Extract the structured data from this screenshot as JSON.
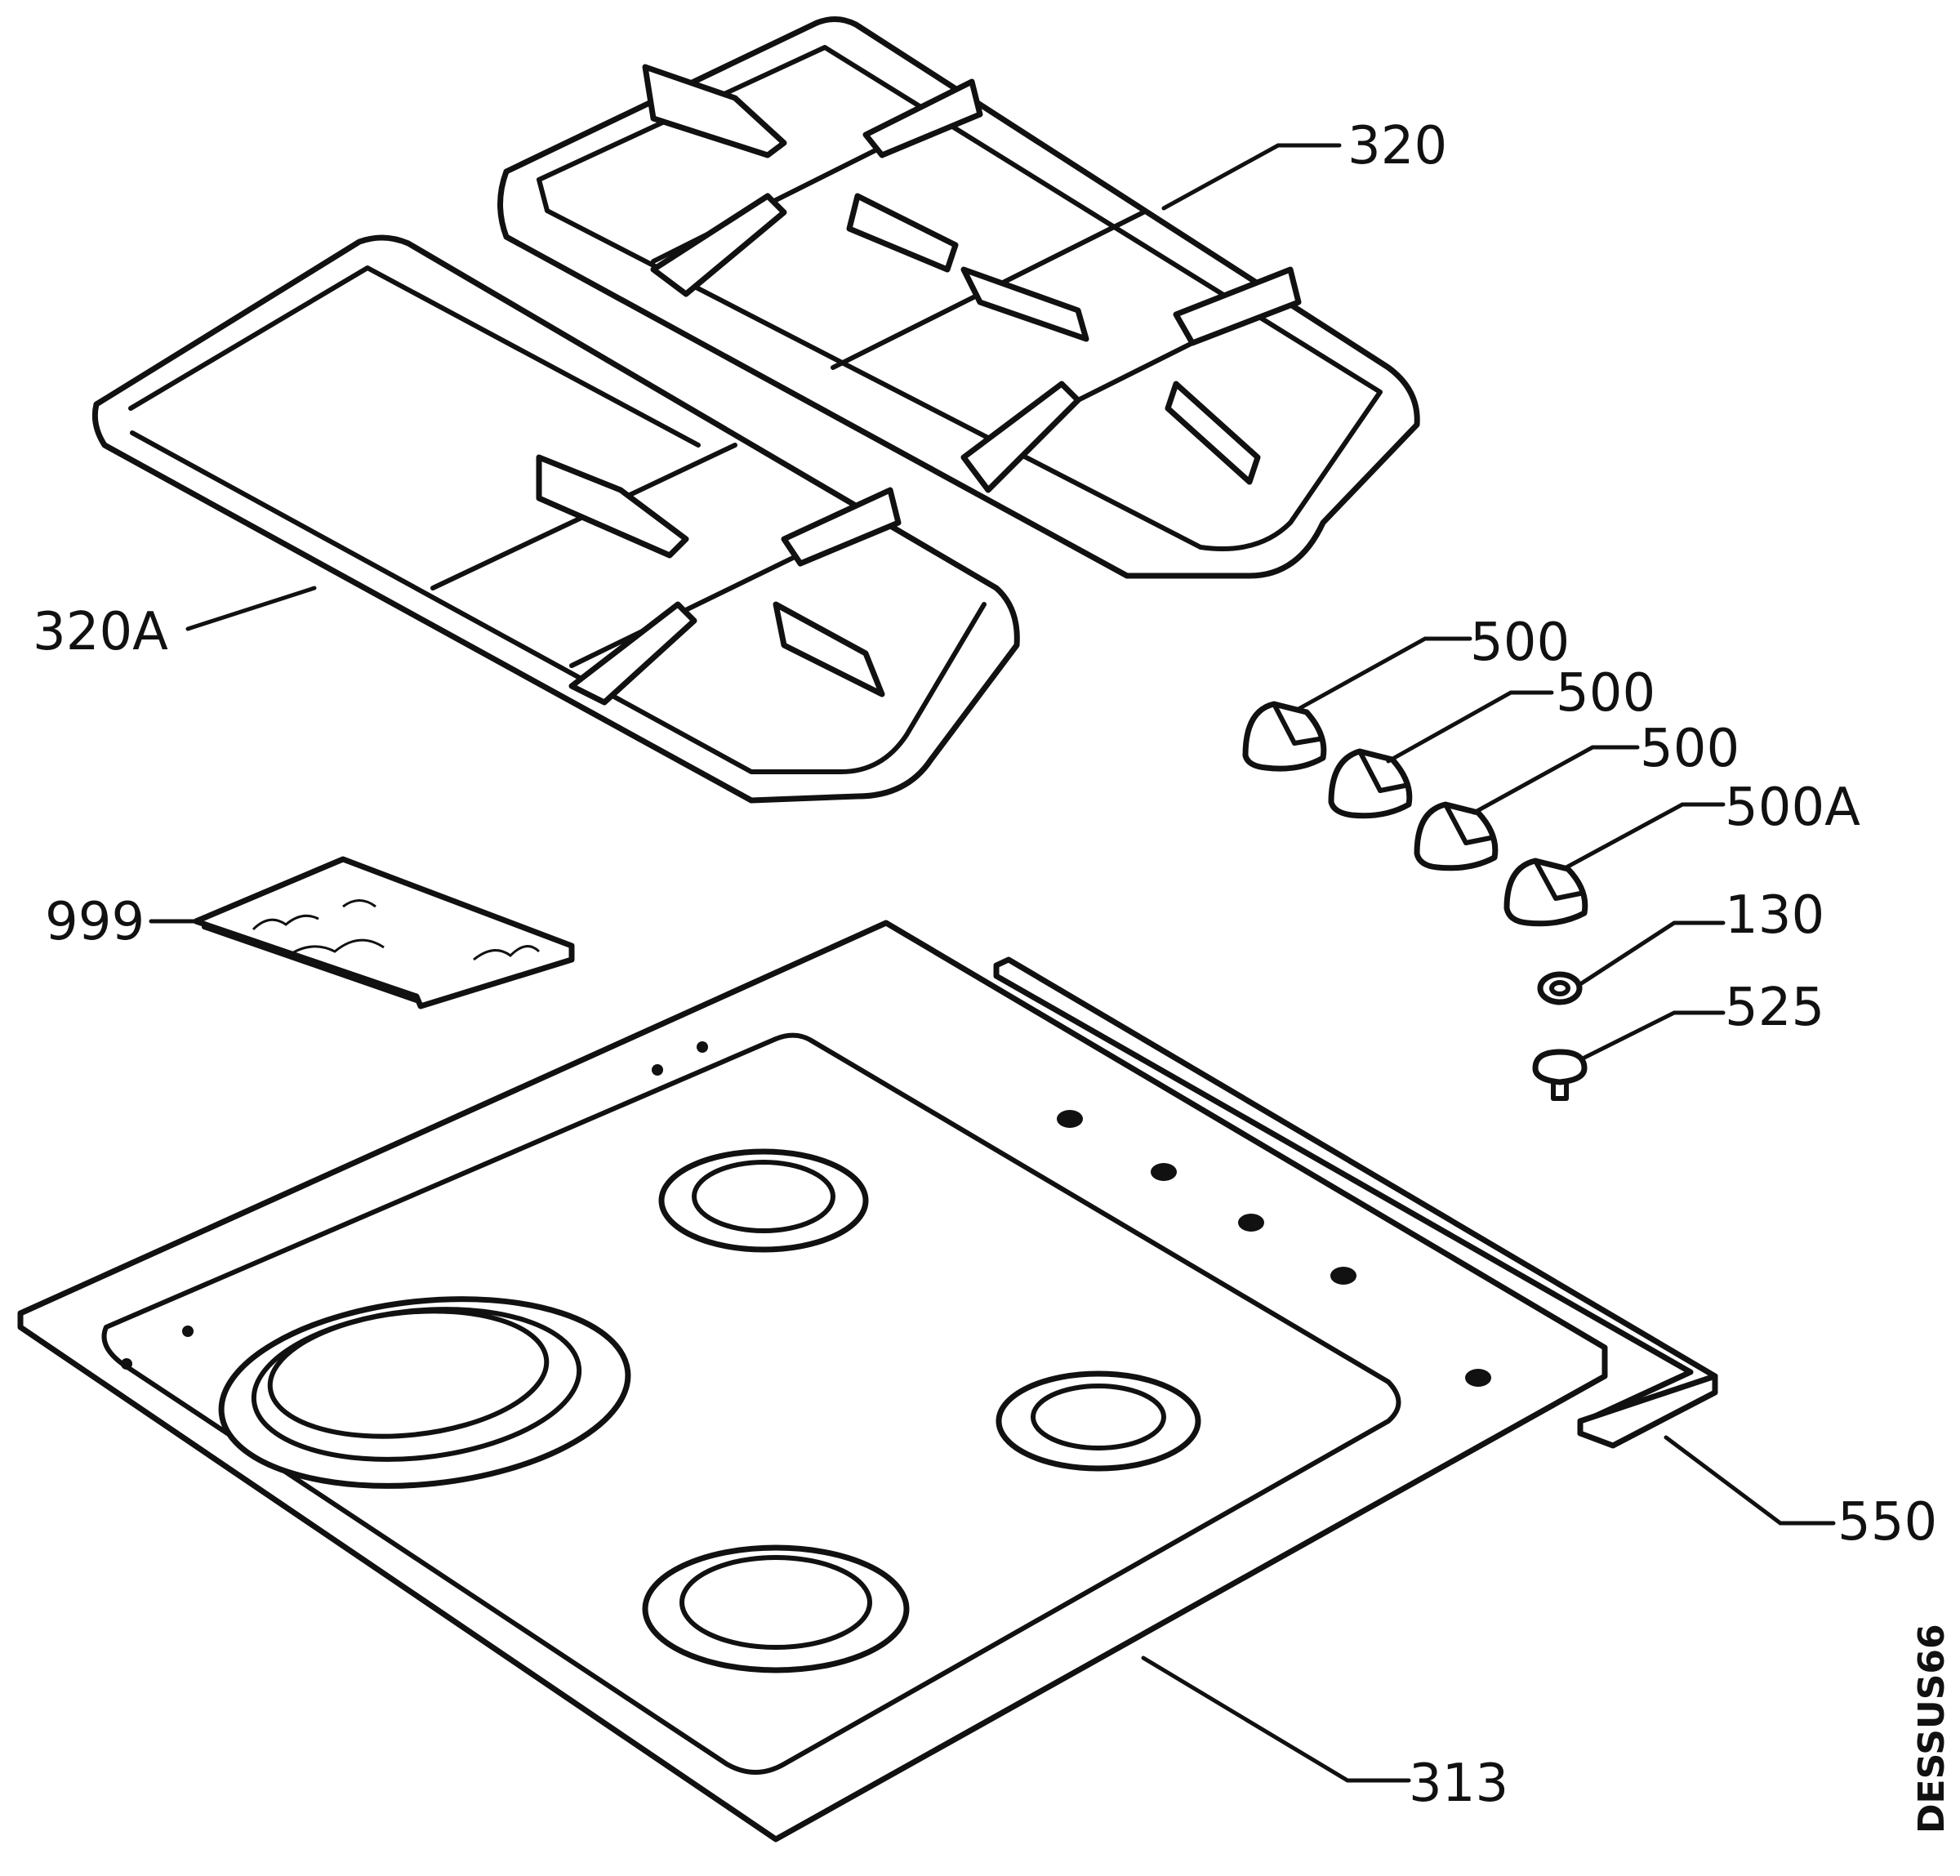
{
  "labels": {
    "l320": "320",
    "l320a": "320A",
    "l500_1": "500",
    "l500_2": "500",
    "l500_3": "500",
    "l500a": "500A",
    "l130": "130",
    "l525": "525",
    "l999": "999",
    "l550": "550",
    "l313": "313"
  },
  "drawing_code": "DESSUS66"
}
